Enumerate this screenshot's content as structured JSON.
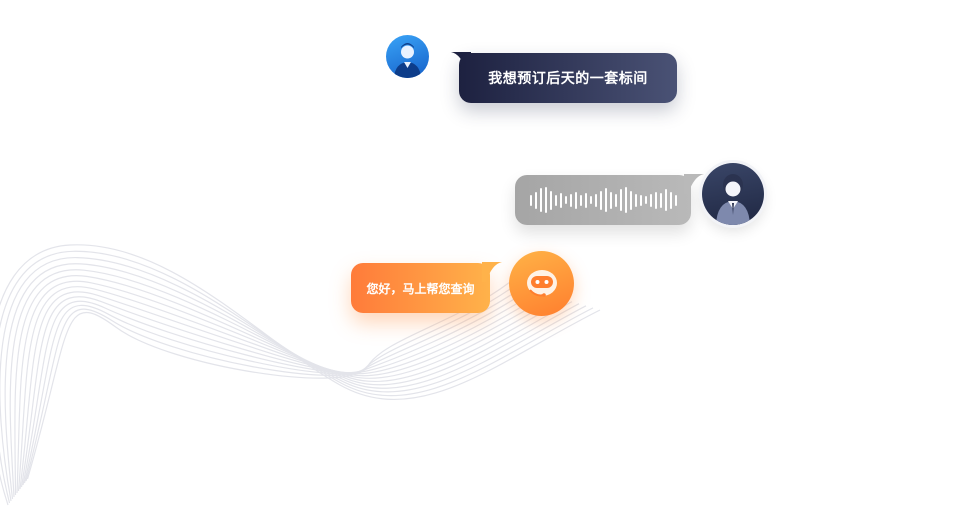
{
  "messages": {
    "user_request": "我想预订后天的一套标间",
    "bot_reply": "您好，马上帮您查询"
  },
  "voice_message": {
    "waveform_levels": [
      0.3,
      0.6,
      0.9,
      1.0,
      0.7,
      0.3,
      0.5,
      0.2,
      0.4,
      0.6,
      0.3,
      0.5,
      0.2,
      0.4,
      0.7,
      0.9,
      0.6,
      0.4,
      0.8,
      1.0,
      0.7,
      0.4,
      0.3,
      0.2,
      0.4,
      0.6,
      0.5,
      0.8,
      0.6,
      0.3
    ]
  },
  "icons": {
    "user_male": "user-avatar-icon",
    "user_female": "user-avatar-icon",
    "bot": "robot-icon",
    "voice": "waveform-icon"
  },
  "colors": {
    "user_bubble_start": "#1d2140",
    "user_bubble_end": "#4a5275",
    "voice_bubble": "#a8a8a8",
    "bot_bubble_start": "#ff7b3a",
    "bot_bubble_end": "#ffb24a",
    "male_avatar": "#2a86e8",
    "bot_avatar": "#ff9a3c"
  }
}
